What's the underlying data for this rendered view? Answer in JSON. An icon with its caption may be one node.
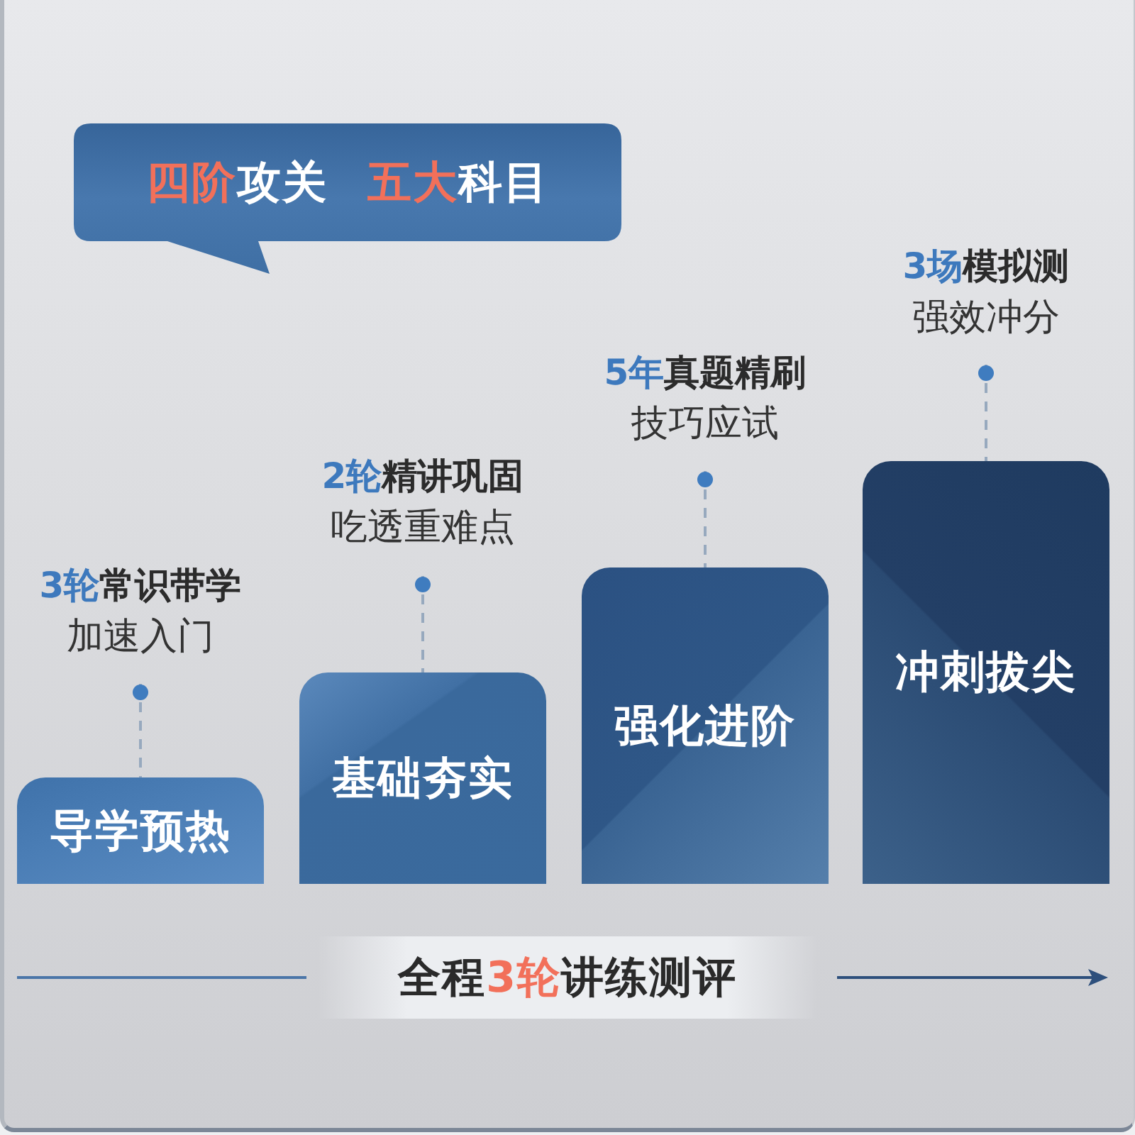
{
  "diagram": {
    "nodes": [
      {
        "text": [
          "**四阶**攻关 **五大**科目"
        ]
      },
      {
        "text": [
          "**3轮**常识带学",
          "加速入门"
        ]
      },
      {
        "text": [
          "导学预热"
        ]
      },
      {
        "text": [
          "**2轮**精讲巩固",
          "吃透重难点"
        ]
      },
      {
        "text": [
          "基础夯实"
        ]
      },
      {
        "text": [
          "**5年**真题精刷",
          "技巧应试"
        ]
      },
      {
        "text": [
          "强化进阶"
        ]
      },
      {
        "text": [
          "**3场**模拟测",
          "强效冲分"
        ]
      },
      {
        "text": [
          "冲刺拔尖"
        ]
      }
    ],
    "edges": [
      {
        "from": 1,
        "to": 2,
        "arrow": "other",
        "style": "dashed"
      },
      {
        "from": 3,
        "to": 4,
        "arrow": "other",
        "style": "dashed"
      },
      {
        "from": 5,
        "to": 6,
        "arrow": "other",
        "style": "dashed"
      },
      {
        "from": 7,
        "to": 8,
        "arrow": "other",
        "style": "dashed"
      }
    ],
    "labels": [
      "全程**3轮**讲练测评"
    ]
  }
}
